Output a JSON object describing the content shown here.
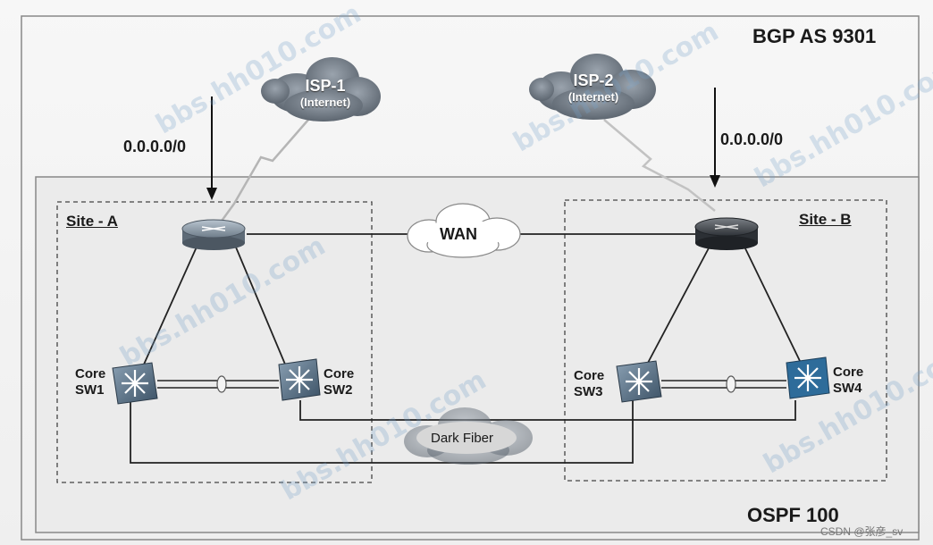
{
  "diagram": {
    "bgp_label": "BGP AS 9301",
    "ospf_label": "OSPF 100",
    "isp1": {
      "name": "ISP-1",
      "sub": "(Internet)"
    },
    "isp2": {
      "name": "ISP-2",
      "sub": "(Internet)"
    },
    "default_route_left": "0.0.0.0/0",
    "default_route_right": "0.0.0.0/0",
    "site_a": "Site - A",
    "site_b": "Site - B",
    "wan": "WAN",
    "dark_fiber": "Dark Fiber",
    "sw1": {
      "line1": "Core",
      "line2": "SW1"
    },
    "sw2": {
      "line1": "Core",
      "line2": "SW2"
    },
    "sw3": {
      "line1": "Core",
      "line2": "SW3"
    },
    "sw4": {
      "line1": "Core",
      "line2": "SW4"
    }
  },
  "watermark": {
    "text": "bbs.hh010.com",
    "caption": "CSDN @张彦_sv"
  }
}
